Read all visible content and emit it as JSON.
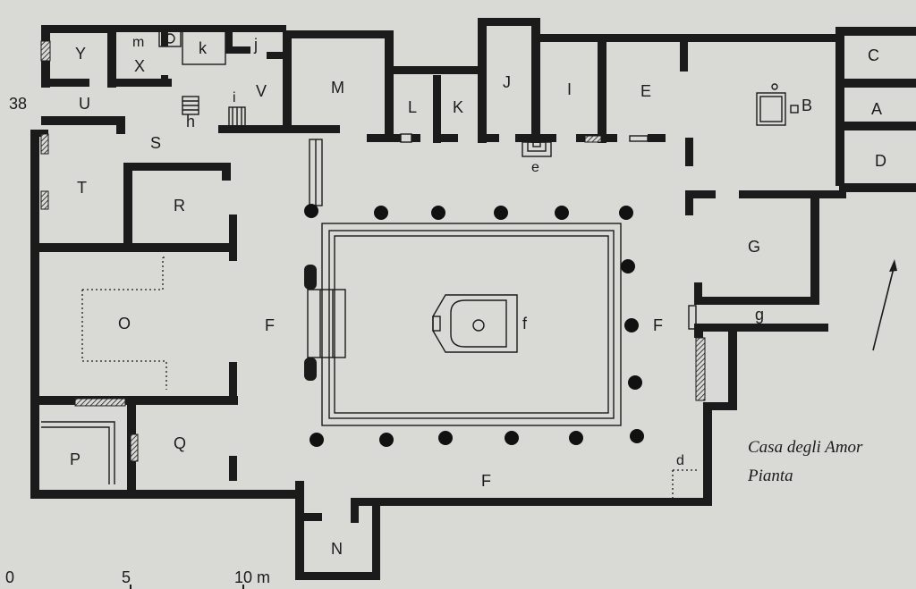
{
  "caption": {
    "line1": "Casa degli Amor",
    "line2": "Pianta"
  },
  "street_number": "38",
  "scale": {
    "labels": [
      "0",
      "5",
      "10 m"
    ]
  },
  "rooms": {
    "Y": "Y",
    "m": "m",
    "k": "k",
    "X": "X",
    "j": "j",
    "U": "U",
    "h": "h",
    "i": "i",
    "V": "V",
    "M": "M",
    "L": "L",
    "K": "K",
    "J": "J",
    "I": "I",
    "E": "E",
    "C": "C",
    "B": "B",
    "A": "A",
    "D": "D",
    "S": "S",
    "T": "T",
    "R": "R",
    "e": "e",
    "G": "G",
    "O": "O",
    "F1": "F",
    "f": "f",
    "F2": "F",
    "g": "g",
    "P": "P",
    "Q": "Q",
    "F3": "F",
    "d": "d",
    "N": "N"
  },
  "north_arrow": "north-arrow-icon"
}
